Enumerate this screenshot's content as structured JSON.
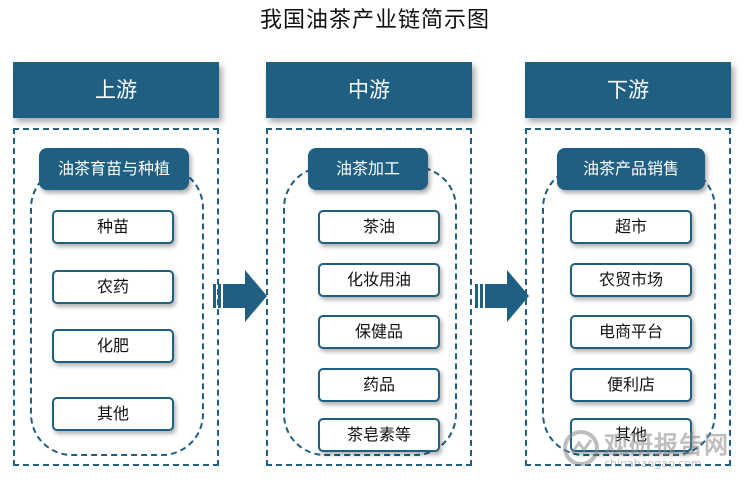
{
  "title": "我国油茶产业链简示图",
  "stages": [
    {
      "header": "上游",
      "sub_header": "油茶育苗与种植",
      "items": [
        "种苗",
        "农药",
        "化肥",
        "其他"
      ]
    },
    {
      "header": "中游",
      "sub_header": "油茶加工",
      "items": [
        "茶油",
        "化妆用油",
        "保健品",
        "药品",
        "茶皂素等"
      ]
    },
    {
      "header": "下游",
      "sub_header": "油茶产品销售",
      "items": [
        "超市",
        "农贸市场",
        "电商平台",
        "便利店",
        "其他"
      ]
    }
  ],
  "watermark": {
    "text": "观研报告网",
    "url": "chinabaogao.com"
  },
  "colors": {
    "primary": "#1f5f82"
  }
}
